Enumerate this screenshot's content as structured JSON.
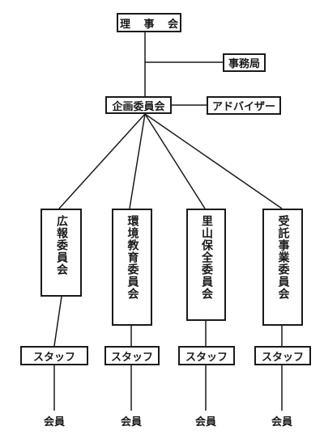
{
  "org_chart": {
    "board": "理 事 会",
    "secretariat": "事務局",
    "planning_committee": "企画委員会",
    "adviser": "アドバイザー",
    "committees": [
      {
        "label": "広報委員会",
        "staff": "スタッフ",
        "member": "会員"
      },
      {
        "label": "環境教育委員会",
        "staff": "スタッフ",
        "member": "会員"
      },
      {
        "label": "里山保全委員会",
        "staff": "スタッフ",
        "member": "会員"
      },
      {
        "label": "受託事業委員会",
        "staff": "スタッフ",
        "member": "会員"
      }
    ]
  },
  "colors": {
    "line": "#1a1a1a",
    "background": "#ffffff"
  }
}
